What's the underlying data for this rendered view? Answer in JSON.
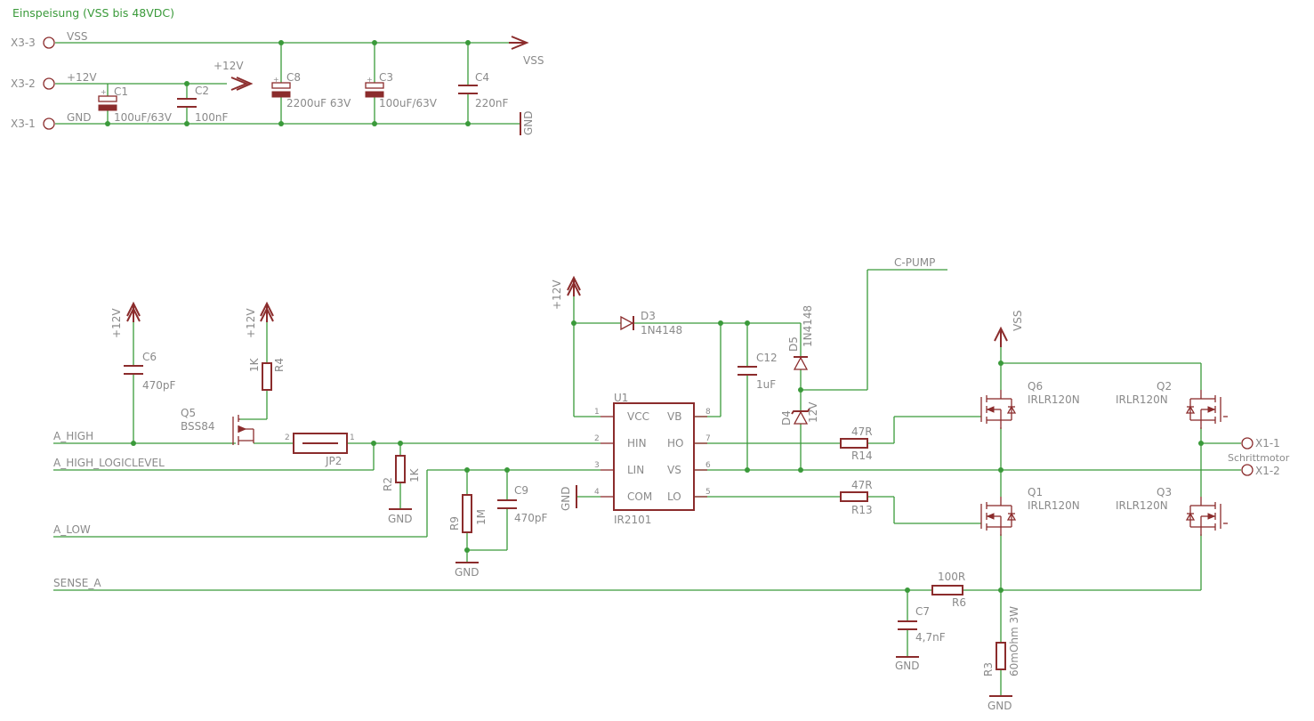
{
  "title": "Einspeisung (VSS bis 48VDC)",
  "connectors": {
    "x3_3": "X3-3",
    "x3_2": "X3-2",
    "x3_1": "X3-1",
    "x1_1": "X1-1",
    "x1_2": "X1-2",
    "motor": "Schrittmotor"
  },
  "nets": {
    "vss": "VSS",
    "p12v": "+12V",
    "gnd": "GND",
    "a_high": "A_HIGH",
    "a_high_logic": "A_HIGH_LOGICLEVEL",
    "a_low": "A_LOW",
    "sense_a": "SENSE_A",
    "c_pump": "C-PUMP"
  },
  "parts": {
    "c1": {
      "name": "C1",
      "value": "100uF/63V"
    },
    "c2": {
      "name": "C2",
      "value": "100nF"
    },
    "c8": {
      "name": "C8",
      "value": "2200uF 63V"
    },
    "c3": {
      "name": "C3",
      "value": "100uF/63V"
    },
    "c4": {
      "name": "C4",
      "value": "220nF"
    },
    "c6": {
      "name": "C6",
      "value": "470pF"
    },
    "r4": {
      "name": "R4",
      "value": "1K"
    },
    "q5": {
      "name": "Q5",
      "value": "BSS84"
    },
    "jp2": {
      "name": "JP2",
      "pin1": "1",
      "pin2": "2"
    },
    "r2": {
      "name": "R2",
      "value": "1K"
    },
    "r9": {
      "name": "R9",
      "value": "1M"
    },
    "c9": {
      "name": "C9",
      "value": "470pF"
    },
    "d3": {
      "name": "D3",
      "value": "1N4148"
    },
    "c12": {
      "name": "C12",
      "value": "1uF"
    },
    "d5": {
      "name": "D5",
      "value": "1N4148"
    },
    "d4": {
      "name": "D4",
      "value": "12V"
    },
    "r14": {
      "name": "R14",
      "value": "47R"
    },
    "r13": {
      "name": "R13",
      "value": "47R"
    },
    "q6": {
      "name": "Q6",
      "value": "IRLR120N"
    },
    "q1": {
      "name": "Q1",
      "value": "IRLR120N"
    },
    "q2": {
      "name": "Q2",
      "value": "IRLR120N"
    },
    "q3": {
      "name": "Q3",
      "value": "IRLR120N"
    },
    "r6": {
      "name": "R6",
      "value": "100R"
    },
    "c7": {
      "name": "C7",
      "value": "4,7nF"
    },
    "r3": {
      "name": "R3",
      "value": "60mOhm 3W"
    },
    "u1": {
      "name": "U1",
      "value": "IR2101",
      "left_pins": [
        {
          "num": "1",
          "label": "VCC"
        },
        {
          "num": "2",
          "label": "HIN"
        },
        {
          "num": "3",
          "label": "LIN"
        },
        {
          "num": "4",
          "label": "COM"
        }
      ],
      "right_pins": [
        {
          "num": "8",
          "label": "VB"
        },
        {
          "num": "7",
          "label": "HO"
        },
        {
          "num": "6",
          "label": "VS"
        },
        {
          "num": "5",
          "label": "LO"
        }
      ]
    }
  },
  "colors": {
    "wire": "#3a9a3a",
    "part": "#8b2c2c",
    "text": "#8a8a8a",
    "title": "#3a9a3a"
  }
}
